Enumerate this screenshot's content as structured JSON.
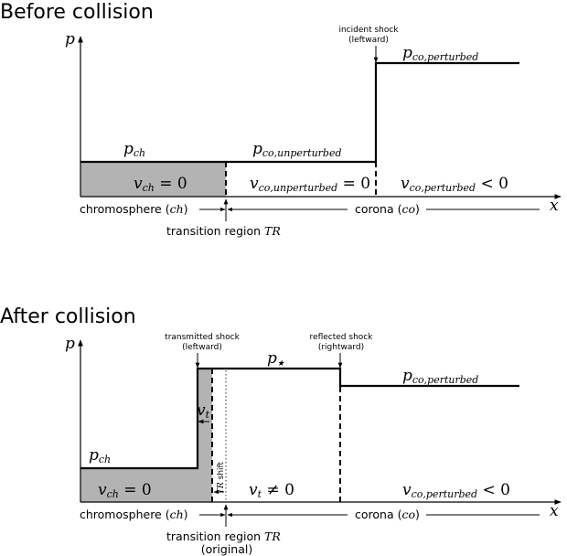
{
  "before": {
    "title": "Before collision",
    "axis_p": "p",
    "axis_x": "x",
    "incident_shock_line1": "incident shock",
    "incident_shock_line2": "(leftward)",
    "p_co_perturbed": {
      "main": "p",
      "sub": "co,perturbed"
    },
    "p_ch": {
      "main": "p",
      "sub": "ch"
    },
    "p_co_unperturbed": {
      "main": "p",
      "sub": "co,unperturbed"
    },
    "v_ch": {
      "main": "v",
      "sub": "ch",
      "rel": " = 0"
    },
    "v_co_unperturbed": {
      "main": "v",
      "sub": "co,unperturbed",
      "rel": " = 0"
    },
    "v_co_perturbed": {
      "main": "v",
      "sub": "co,perturbed",
      "rel": " < 0"
    },
    "chromosphere": {
      "text": "chromosphere (",
      "abbr": "ch",
      "close": ")"
    },
    "corona": {
      "text": "corona (",
      "abbr": "co",
      "close": ")"
    },
    "transition_region": {
      "text": "transition region ",
      "abbr": "TR"
    }
  },
  "after": {
    "title": "After collision",
    "axis_p": "p",
    "axis_x": "x",
    "transmitted_shock_line1": "transmitted shock",
    "transmitted_shock_line2": "(leftward)",
    "reflected_shock_line1": "reflected shock",
    "reflected_shock_line2": "(rightward)",
    "p_star": {
      "main": "p",
      "sub": "★"
    },
    "p_co_perturbed": {
      "main": "p",
      "sub": "co,perturbed"
    },
    "p_ch": {
      "main": "p",
      "sub": "ch"
    },
    "v_t_arrow": {
      "main": "v",
      "sub": "t"
    },
    "tr_shift": {
      "abbr": "TR",
      "text": " shift"
    },
    "v_ch": {
      "main": "v",
      "sub": "ch",
      "rel": " = 0"
    },
    "v_t": {
      "main": "v",
      "sub": "t",
      "rel": " ≠ 0"
    },
    "v_co_perturbed": {
      "main": "v",
      "sub": "co,perturbed",
      "rel": " < 0"
    },
    "chromosphere": {
      "text": "chromosphere (",
      "abbr": "ch",
      "close": ")"
    },
    "corona": {
      "text": "corona (",
      "abbr": "co",
      "close": ")"
    },
    "transition_region": {
      "text": "transition region ",
      "abbr": "TR"
    },
    "original": "(original)"
  },
  "colors": {
    "ink": "#000000",
    "chromosphere_fill": "#b3b3b3",
    "background": "#ffffff"
  }
}
